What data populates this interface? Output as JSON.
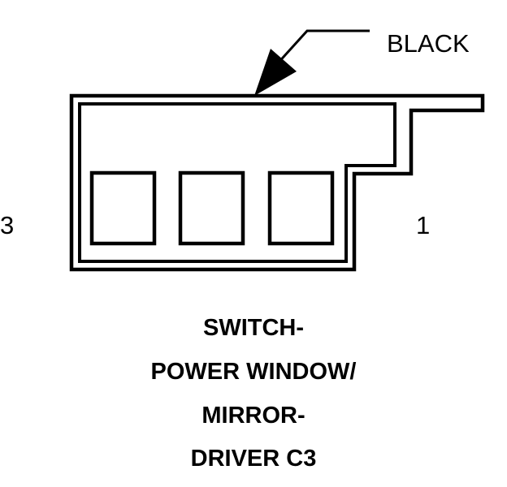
{
  "connector": {
    "color_label": "BLACK",
    "pin_left": "3",
    "pin_right": "1",
    "cavity_count": 3
  },
  "caption": {
    "line1": "SWITCH-",
    "line2": "POWER WINDOW/",
    "line3": "MIRROR-",
    "line4": "DRIVER C3"
  },
  "colors": {
    "stroke": "#000000",
    "background": "#ffffff"
  }
}
